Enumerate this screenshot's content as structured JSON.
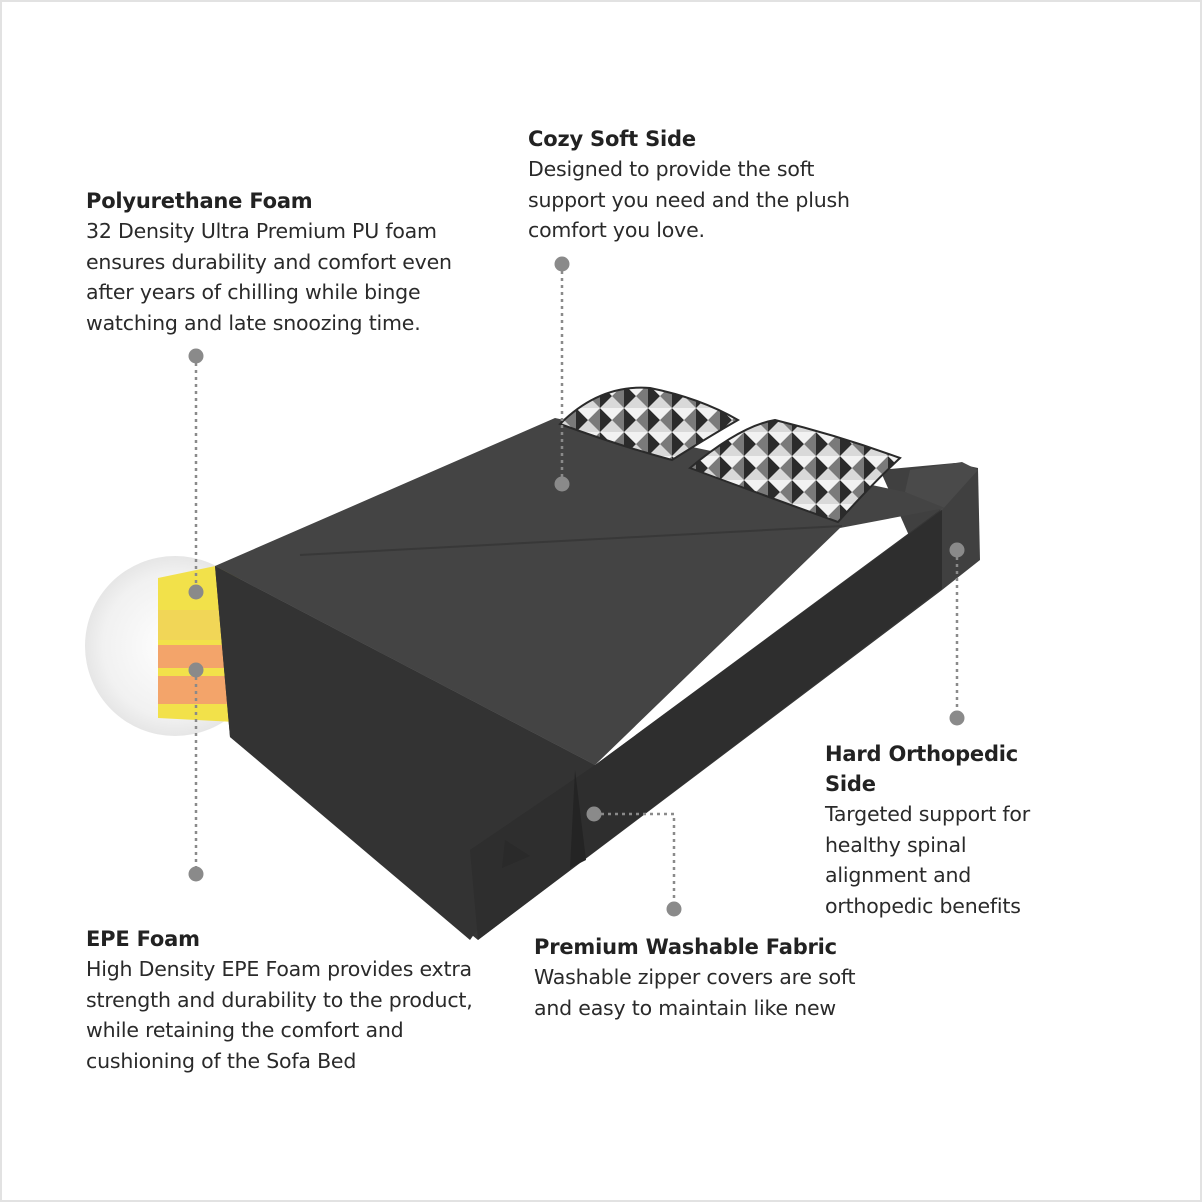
{
  "callouts": {
    "polyurethane": {
      "title": "Polyurethane Foam",
      "text": "32 Density Ultra Premium PU foam ensures durability and comfort even after years of chilling while binge watching and late snoozing time."
    },
    "cozy": {
      "title": "Cozy Soft Side",
      "text": "Designed to provide the soft support you need and the plush comfort you love."
    },
    "hard": {
      "title": "Hard Orthopedic Side",
      "text": "Targeted support for healthy spinal alignment and orthopedic benefits"
    },
    "fabric": {
      "title": "Premium Washable Fabric",
      "text": "Washable zipper covers are soft and easy to maintain like new"
    },
    "epe": {
      "title": "EPE Foam",
      "text": "High Density EPE Foam provides extra strength and durability to the product, while retaining the comfort and cushioning of the Sofa Bed"
    }
  },
  "colors": {
    "fabric": "#3c3c3c",
    "pu_foam": "#f2e14a",
    "epe_foam": "#f3a46a",
    "connector": "#8a8a8a"
  }
}
